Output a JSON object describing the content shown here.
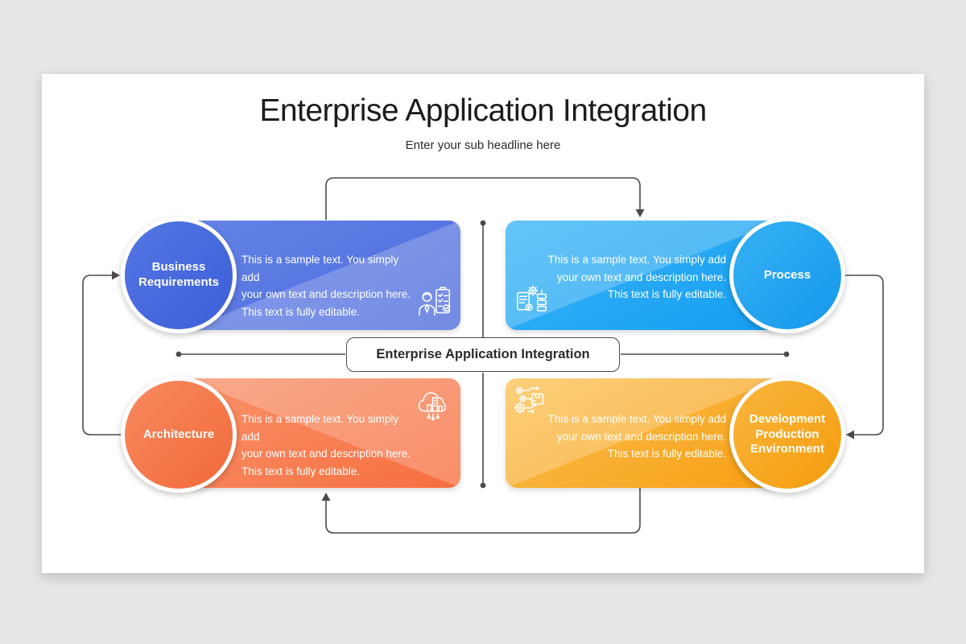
{
  "header": {
    "title": "Enterprise Application Integration",
    "subtitle": "Enter your sub headline here"
  },
  "center_label": {
    "text": "Enterprise Application Integration"
  },
  "sample_text": {
    "lines": [
      "This is a sample text. You simply add",
      "your own text and description here.",
      "This text is fully editable."
    ]
  },
  "nodes": [
    {
      "id": "business-requirements",
      "label": "Business Requirements",
      "icon": "person-checklist-icon",
      "colors": {
        "circle": "#4a6ade",
        "box_from": "#6484e7",
        "box_to": "#4d6adc"
      }
    },
    {
      "id": "process",
      "label": "Process",
      "icon": "document-gear-icon",
      "colors": {
        "circle": "#27a7f0",
        "box_from": "#3ab4f6",
        "box_to": "#149ef1"
      }
    },
    {
      "id": "architecture",
      "label": "Architecture",
      "icon": "cloud-buildings-icon",
      "colors": {
        "circle": "#f4764b",
        "box_from": "#f9926a",
        "box_to": "#f66e3f"
      }
    },
    {
      "id": "development-production-environment",
      "label": "Development Production Environment",
      "icon": "gears-package-icon",
      "colors": {
        "circle": "#f8a41f",
        "box_from": "#fbc255",
        "box_to": "#f79e12"
      }
    }
  ],
  "colors": {
    "page_background": "#e7e5e7",
    "slide_background": "#ffffff",
    "connector": "#4a4a4a",
    "title_text": "#1c1c1c",
    "body_text": "#ffffff"
  }
}
